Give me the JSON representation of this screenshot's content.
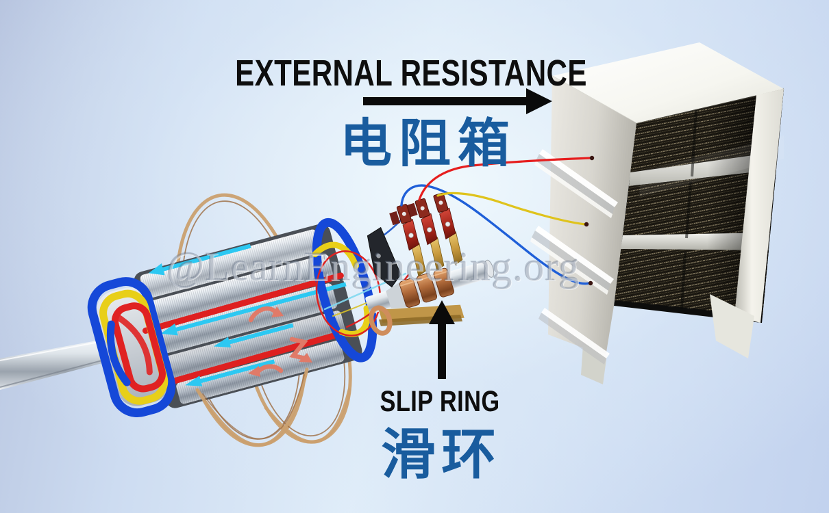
{
  "labels": {
    "external_resistance": {
      "english": "EXTERNAL RESISTANCE",
      "chinese": "电阻箱"
    },
    "slip_ring": {
      "english": "SLIP RING",
      "chinese": "滑环"
    }
  },
  "watermark": {
    "text": "@LearnEngineering.org"
  },
  "scene": {
    "description": "3D illustration of a slip-ring (wound-rotor) induction motor rotor connected through brushes and slip rings to an external resistance box",
    "parts": [
      {
        "name": "wound-rotor",
        "label": "Laminated rotor core with red, yellow and blue phase windings"
      },
      {
        "name": "rotor-shaft",
        "label": "Steel shaft"
      },
      {
        "name": "slip-ring-assembly",
        "label": "Three copper slip rings with brush gear"
      },
      {
        "name": "external-resistance-box",
        "label": "Open cabinet with three resistor grid banks"
      },
      {
        "name": "phase-wires",
        "label": "Red, yellow and blue leads from brushes to resistor banks"
      },
      {
        "name": "flux-loops",
        "label": "Copper-coloured field loops around the rotor"
      },
      {
        "name": "current-arrows",
        "label": "Cyan arrows showing induced current direction"
      },
      {
        "name": "rotation-arrows",
        "label": "Salmon arrows showing rotor motion"
      }
    ],
    "colors": {
      "background_edge": "#b7c4df",
      "background_center": "#eef8fc",
      "label_text": "#0e0e0e",
      "chinese_label": "#195c9e",
      "watermark": "#8c98aa",
      "wire_red": "#e61e1e",
      "wire_yellow": "#dfc31c",
      "wire_blue": "#1f5fd8",
      "winding_blue": "#1548d8",
      "winding_yellow": "#e8cf18",
      "winding_red": "#e02222",
      "slip_ring_copper": "#b06a3a",
      "brush_gold": "#c89a3e",
      "current_arrow_cyan": "#2cc8f2",
      "rotation_arrow_salmon": "#e07a68",
      "box_white": "#f4f4ee"
    }
  }
}
